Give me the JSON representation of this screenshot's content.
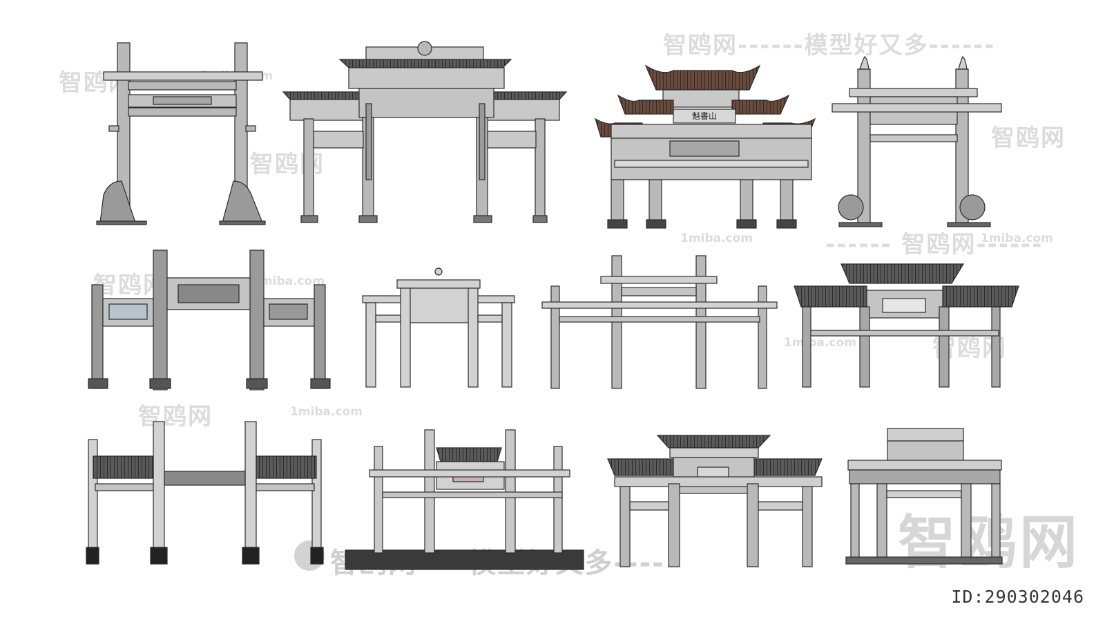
{
  "watermark": {
    "site": "智鸥网",
    "slogan": "智鸥网------模型好又多------",
    "slogan_bottom": "智鸥网----模型好又多----",
    "domain": "1miba.com",
    "dash_site": "------ 智鸥网------",
    "corner_brand": "智鸥网"
  },
  "model_id": "ID:290302046",
  "colors": {
    "stone": "#b9b9b9",
    "stone_light": "#d2d2d2",
    "stone_dark": "#8f8f8f",
    "outline": "#2b2b2b",
    "roof": "#555555",
    "roof_brown": "#6a4a3a",
    "plaque": "#a8a8a8",
    "ground": "#3a3a3a"
  },
  "plaques": {
    "arch3_top": "魁書山"
  }
}
